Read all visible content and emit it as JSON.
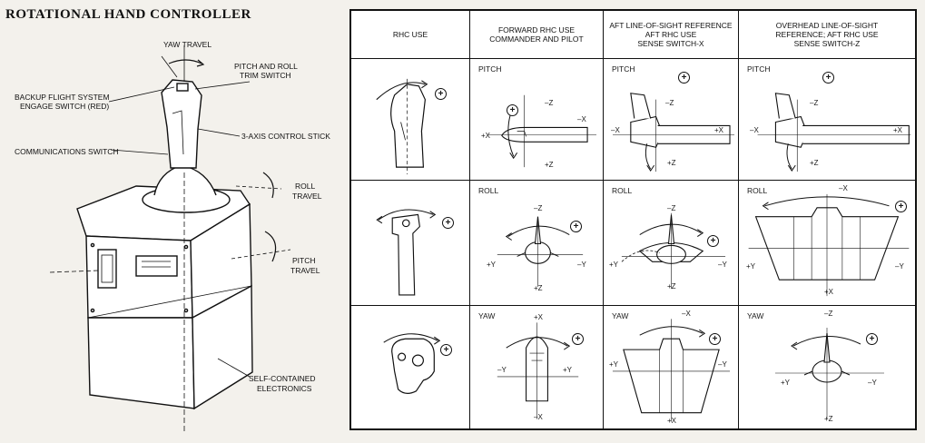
{
  "title": "ROTATIONAL HAND CONTROLLER",
  "labels": {
    "yaw_travel": "YAW TRAVEL",
    "pitch_roll_trim_1": "PITCH AND ROLL",
    "pitch_roll_trim_2": "TRIM SWITCH",
    "backup_1": "BACKUP FLIGHT SYSTEM",
    "backup_2": "ENGAGE SWITCH (RED)",
    "control_stick": "3-AXIS CONTROL STICK",
    "comm_switch": "COMMUNICATIONS SWITCH",
    "roll_1": "ROLL",
    "roll_2": "TRAVEL",
    "pitch_1": "PITCH",
    "pitch_2": "TRAVEL",
    "electronics_1": "SELF-CONTAINED",
    "electronics_2": "ELECTRONICS"
  },
  "table": {
    "headers": {
      "c1": "RHC USE",
      "c2_1": "FORWARD RHC USE",
      "c2_2": "COMMANDER AND PILOT",
      "c3_1": "AFT LINE-OF-SIGHT REFERENCE",
      "c3_2": "AFT RHC USE",
      "c3_3": "SENSE SWITCH-X",
      "c4_1": "OVERHEAD LINE-OF-SIGHT",
      "c4_2": "REFERENCE; AFT RHC USE",
      "c4_3": "SENSE SWITCH-Z"
    },
    "modes": {
      "pitch": "PITCH",
      "roll": "ROLL",
      "yaw": "YAW"
    },
    "axes": {
      "px": "+X",
      "mx": "–X",
      "py": "+Y",
      "my": "–Y",
      "pz": "+Z",
      "mz": "–Z"
    },
    "plus": "+"
  }
}
